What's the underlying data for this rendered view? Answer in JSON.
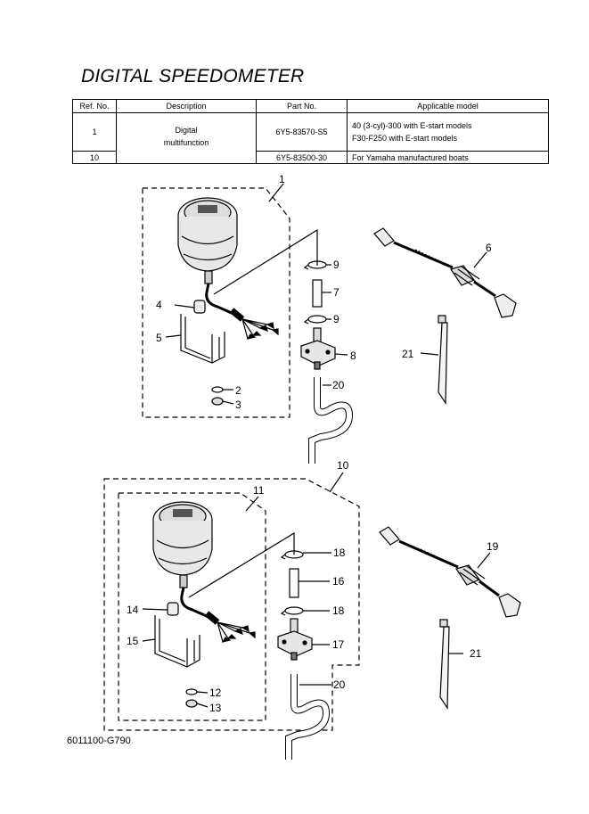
{
  "title": "DIGITAL SPEEDOMETER",
  "table": {
    "headers": [
      "Ref. No.",
      "Description",
      "Part No.",
      "Applicable model"
    ],
    "row1": {
      "ref": "1",
      "description_line1": "Digital",
      "description_line2": "multifunction",
      "part_no": "6Y5-83570-S5",
      "model_line1": "40 (3-cyl)-300 with E-start models",
      "model_line2": "F30-F250 with E-start models"
    },
    "row2": {
      "ref": "10",
      "part_no": "6Y5-83500-30",
      "model": "For Yamaha manufactured boats"
    }
  },
  "callouts_top": {
    "c1": "1",
    "c2": "2",
    "c3": "3",
    "c4": "4",
    "c5": "5",
    "c6": "6",
    "c7": "7",
    "c8": "8",
    "c9a": "9",
    "c9b": "9",
    "c20": "20",
    "c21": "21"
  },
  "callouts_bottom": {
    "c10": "10",
    "c11": "11",
    "c12": "12",
    "c13": "13",
    "c14": "14",
    "c15": "15",
    "c16": "16",
    "c17": "17",
    "c18a": "18",
    "c18b": "18",
    "c19": "19",
    "c20": "20",
    "c21": "21"
  },
  "footer_code": "6011100-G790"
}
